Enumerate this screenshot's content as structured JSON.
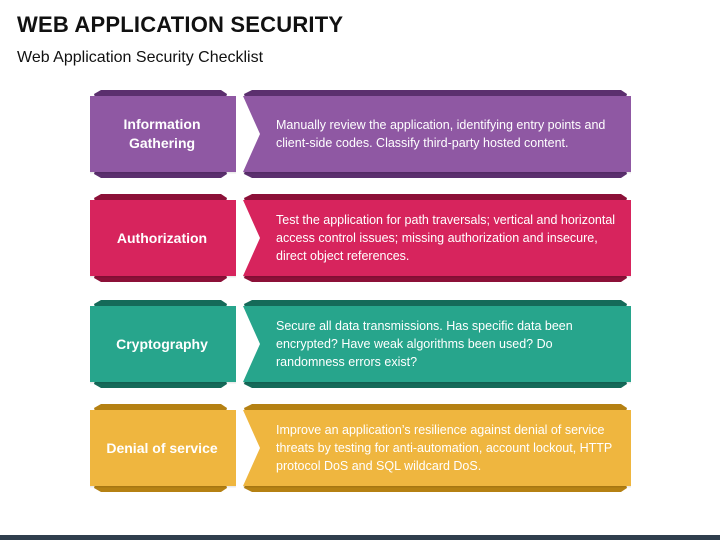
{
  "title": "WEB APPLICATION SECURITY",
  "subtitle": "Web Application Security Checklist",
  "items": [
    {
      "label": "Information Gathering",
      "description": "Manually review the application, identifying entry points and client-side codes. Classify third-party hosted content.",
      "color": "#8f58a3",
      "dark": "#5b2f6e"
    },
    {
      "label": "Authorization",
      "description": "Test the application for path traversals; vertical and horizontal access control issues; missing authorization and insecure, direct object references.",
      "color": "#d7245d",
      "dark": "#8c1038"
    },
    {
      "label": "Cryptography",
      "description": "Secure all data transmissions. Has specific data been encrypted? Have weak algorithms been used? Do randomness errors exist?",
      "color": "#27a58c",
      "dark": "#156a59"
    },
    {
      "label": "Denial of service",
      "description": "Improve an application’s resilience against denial of service threats by testing for anti-automation, account lockout, HTTP protocol DoS and SQL wildcard DoS.",
      "color": "#efb63f",
      "dark": "#b58113"
    }
  ]
}
